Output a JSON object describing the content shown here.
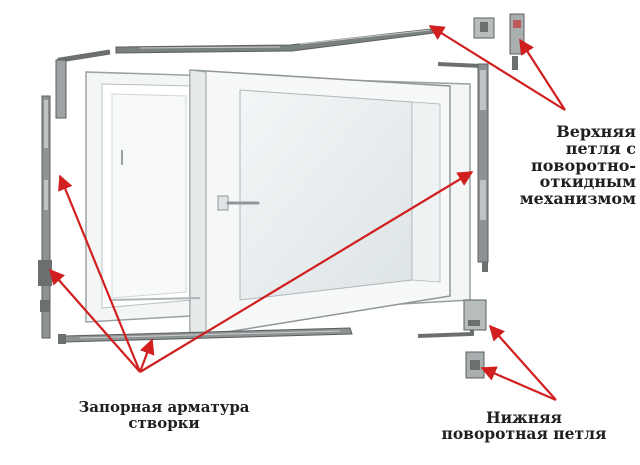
{
  "labels": {
    "top_hinge": [
      "Верхняя",
      "петля с",
      "поворотно-",
      "откидным",
      "механизмом"
    ],
    "locking_hardware": [
      "Запорная арматура",
      "створки"
    ],
    "bottom_hinge": [
      "Нижняя",
      "поворотная петля"
    ]
  },
  "colors": {
    "arrow": "#d11f1f",
    "frame": "#f4f6f6",
    "frame_edge": "#9aa2a4",
    "glass": "#e9eeef",
    "hardware": "#6b6f70",
    "text": "#1f1f1f"
  }
}
